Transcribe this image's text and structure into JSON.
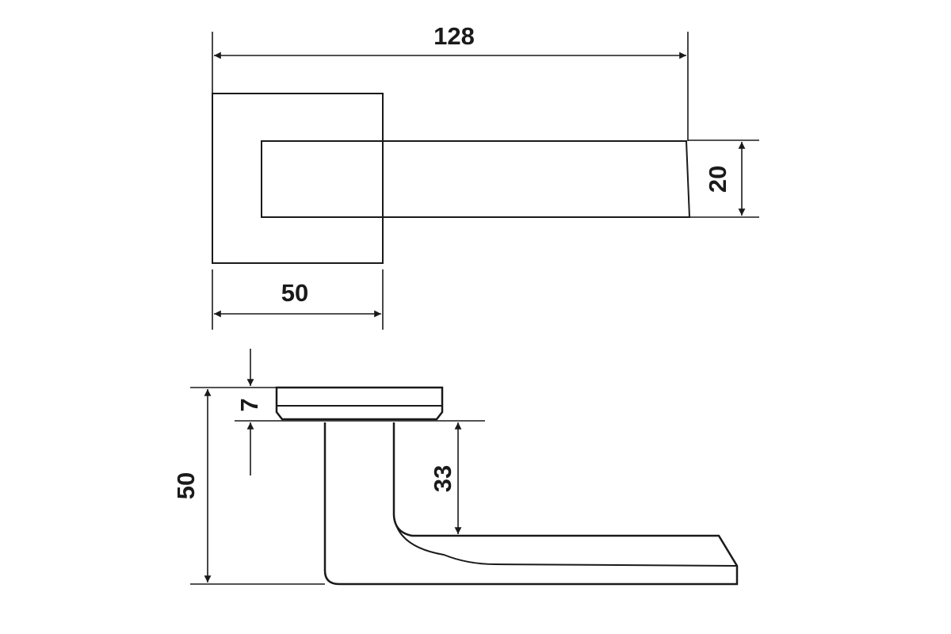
{
  "drawing": {
    "type": "technical-dimension-drawing",
    "units": "",
    "views": {
      "top_view": {
        "dimensions": {
          "overall_length": "128",
          "rose_width": "50",
          "lever_width": "20"
        }
      },
      "side_view": {
        "dimensions": {
          "rose_thickness": "7",
          "overall_height": "50",
          "lever_offset": "33"
        }
      }
    },
    "colors": {
      "line": "#1a1a1a",
      "background": "#ffffff"
    }
  }
}
